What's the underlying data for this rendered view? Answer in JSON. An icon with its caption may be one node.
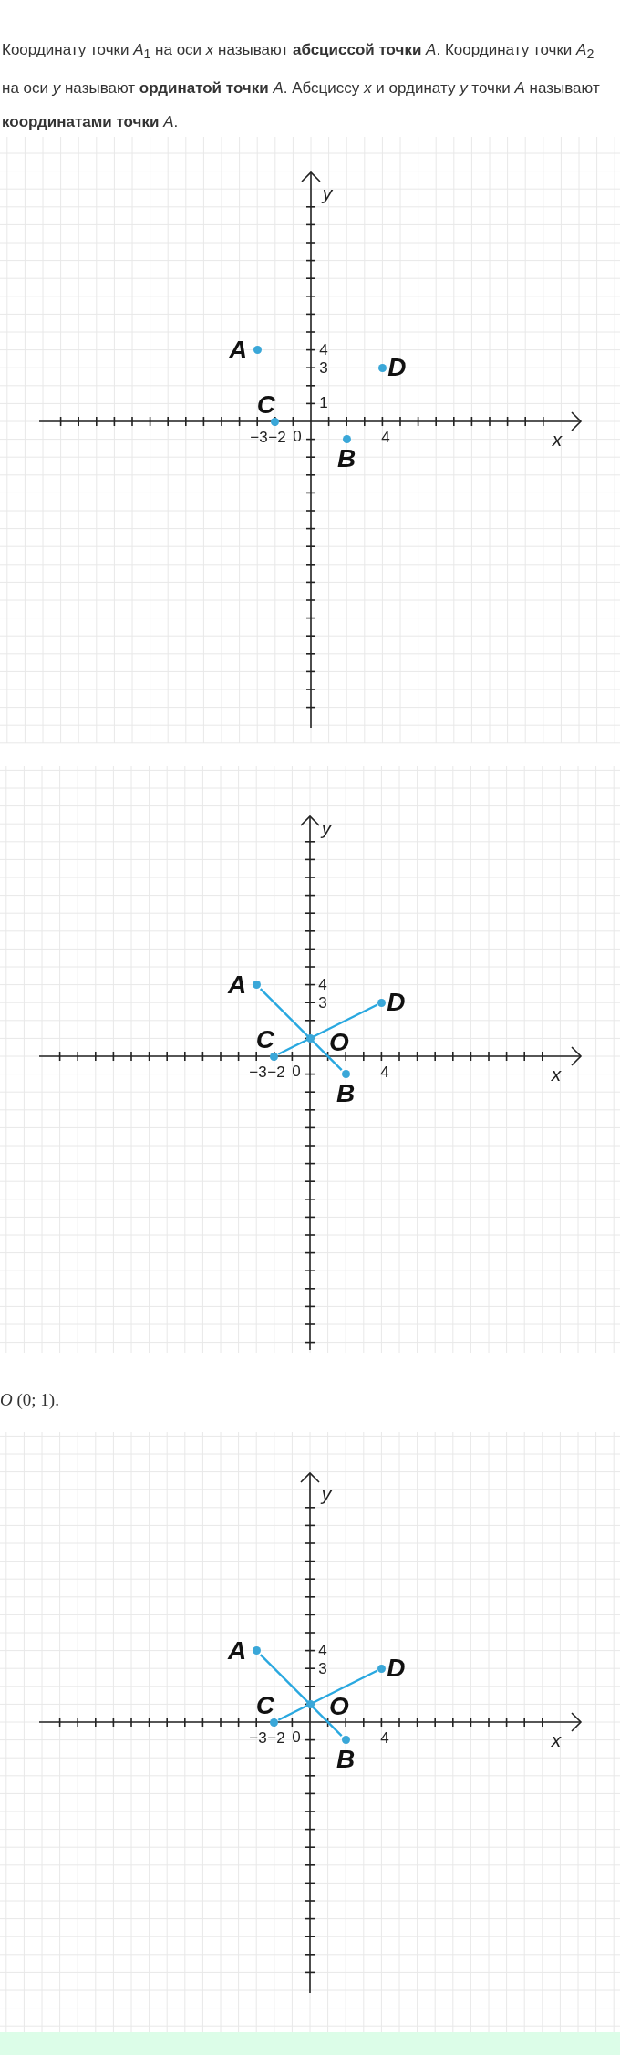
{
  "diagram": {
    "nodes": [
      {
        "text": [
          "A"
        ]
      },
      {
        "text": [
          "D"
        ]
      },
      {
        "text": [
          "C"
        ]
      },
      {
        "text": [
          "B"
        ]
      },
      {
        "text": [
          "A"
        ]
      },
      {
        "text": [
          "D"
        ]
      },
      {
        "text": [
          "C"
        ]
      },
      {
        "text": [
          "O"
        ]
      },
      {
        "text": [
          "B"
        ]
      },
      {
        "text": [
          "A"
        ]
      },
      {
        "text": [
          "D"
        ]
      },
      {
        "text": [
          "C"
        ]
      },
      {
        "text": [
          "O"
        ]
      },
      {
        "text": [
          "B"
        ]
      }
    ],
    "edges": [
      {
        "from": 4,
        "to": 8,
        "arrow": "none"
      },
      {
        "from": 6,
        "to": 5,
        "arrow": "none"
      },
      {
        "from": 9,
        "to": 13,
        "arrow": "none"
      },
      {
        "from": 11,
        "to": 10,
        "arrow": "none"
      }
    ],
    "labels": [
      "Координату точки *A*$_{1}$ на оси *x* называют **абсциссой точки** *A*. Координату точки *A*$_{2}$ на оси *y* называют **ординатой точки** *A*. Абсциссу *x* и ординату *y* точки *A* называют **координатами точки** *A*.",
      "y",
      "4",
      "3",
      "1",
      "−3",
      "−2",
      "0",
      "4",
      "x",
      "y",
      "4",
      "3",
      "−3",
      "−2",
      "0",
      "4",
      "x",
      "*O* (0; 1).",
      "y",
      "4",
      "3",
      "−3",
      "−2",
      "0",
      "4",
      "x"
    ]
  }
}
